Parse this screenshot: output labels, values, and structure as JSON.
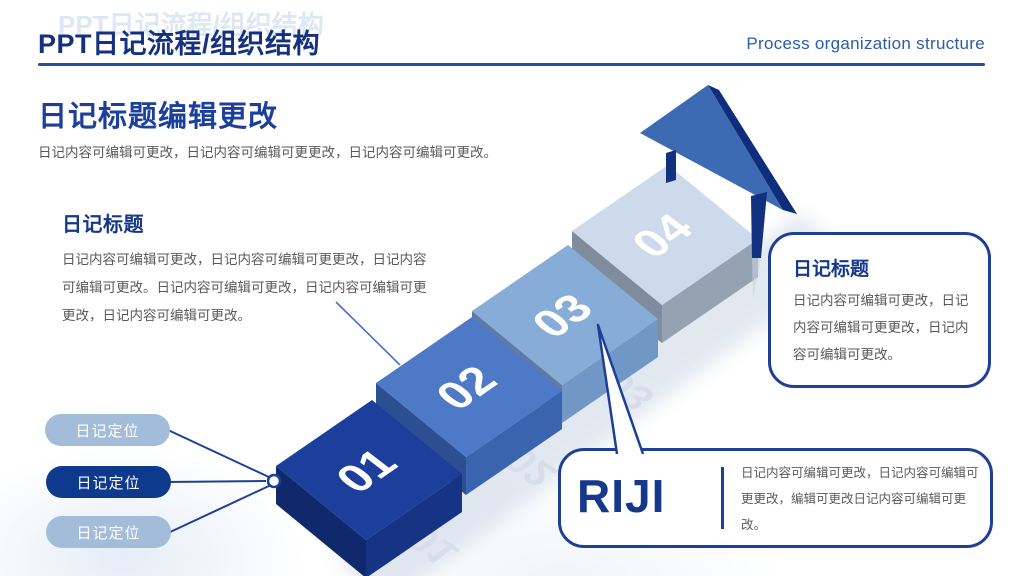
{
  "header": {
    "title": "PPT日记流程/组织结构",
    "subtitle_en": "Process organization structure"
  },
  "intro": {
    "title": "日记标题编辑更改",
    "body": "日记内容可编辑可更改，日记内容可编辑可更更改，日记内容可编辑可更改。"
  },
  "left_panel": {
    "title": "日记标题",
    "body": "日记内容可编辑可更改，日记内容可编辑可更更改，日记内容可编辑可更改。日记内容可编辑可更改，日记内容可编辑可更更改，日记内容可编辑可更改。"
  },
  "pills": {
    "items": [
      {
        "label": "日记定位",
        "variant": "light"
      },
      {
        "label": "日记定位",
        "variant": "dark"
      },
      {
        "label": "日记定位",
        "variant": "light"
      }
    ]
  },
  "steps": [
    {
      "number": "01",
      "top_color": "#1b3f9b"
    },
    {
      "number": "02",
      "top_color": "#4d79c6"
    },
    {
      "number": "03",
      "top_color": "#87acd7"
    },
    {
      "number": "04",
      "top_color": "#ccdaec"
    }
  ],
  "right_card": {
    "title": "日记标题",
    "body": "日记内容可编辑可更改，日记内容可编辑可更更改，日记内容可编辑可更改。"
  },
  "riji_card": {
    "brand": "RIJI",
    "body": "日记内容可编辑可更改，日记内容可编辑可更更改，编辑可更改日记内容可编辑可更改。"
  },
  "colors": {
    "navy": "#14307f",
    "accent_blue": "#1c3f9e",
    "line_blue": "#2450a0",
    "body_gray": "#5a5a5a",
    "pill_light": "#a3bcd9",
    "pill_dark": "#0e3a8d",
    "arrow_face": "#3c6ab3",
    "arrow_edge": "#0e2e7c"
  }
}
